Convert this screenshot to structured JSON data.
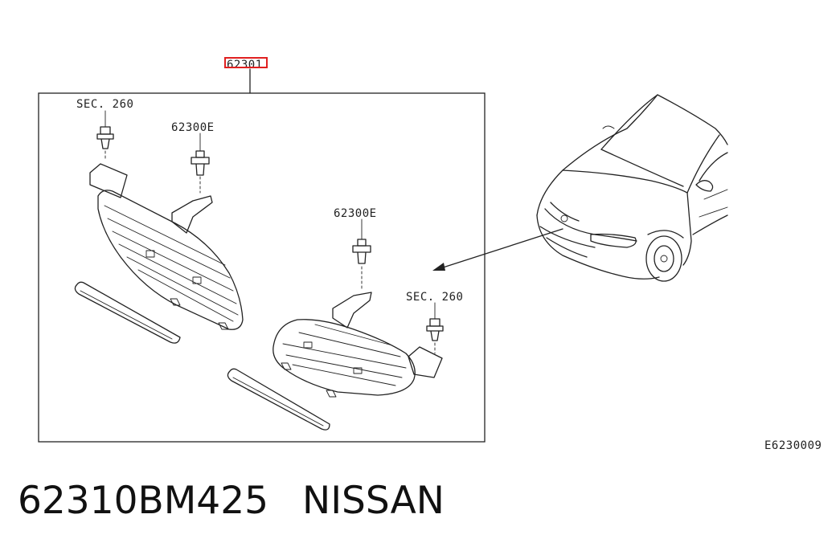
{
  "diagram": {
    "callout_part": "62301",
    "labels": {
      "sec_left": "SEC. 260",
      "screw_left": "62300E",
      "screw_right": "62300E",
      "sec_right": "SEC. 260"
    },
    "image_code": "E6230009",
    "highlight_color": "#e02020"
  },
  "footer": {
    "part_number": "62310BM425",
    "brand": "NISSAN"
  }
}
